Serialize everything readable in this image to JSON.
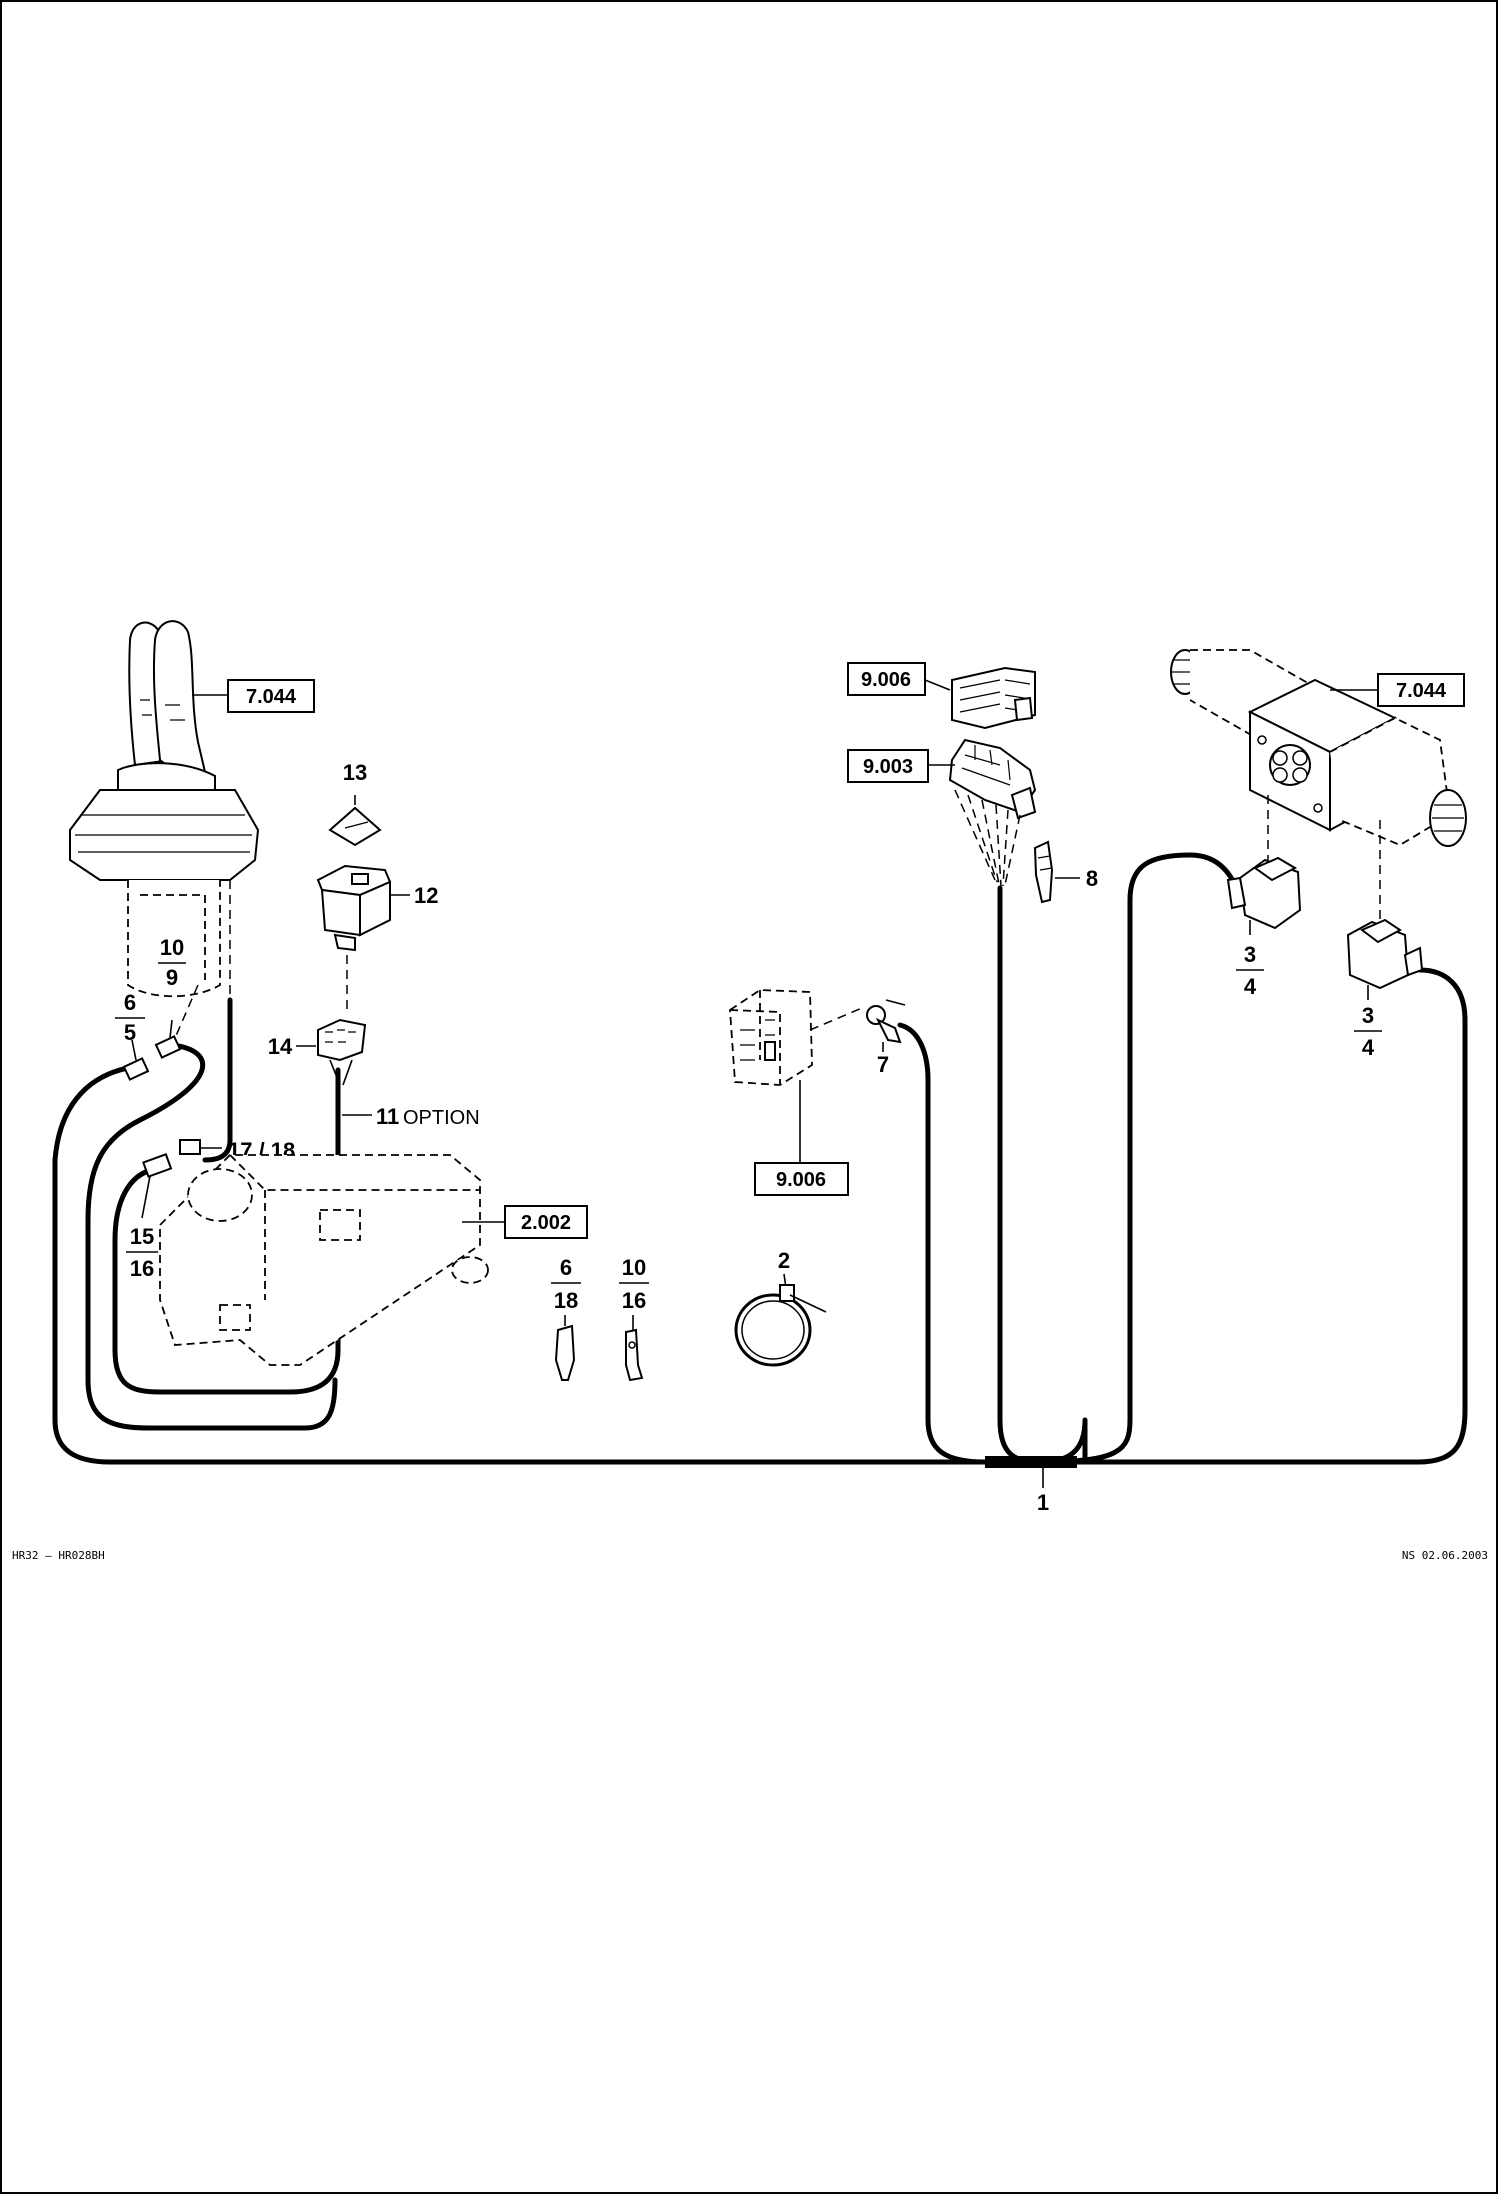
{
  "refs": {
    "joystick": "7.044",
    "valve": "7.044",
    "connector_top": "9.006",
    "connector_housing": "9.003",
    "connector_socket": "9.006",
    "console": "2.002"
  },
  "labels": {
    "l13": "13",
    "l12": "12",
    "l14": "14",
    "l11": "11",
    "option": "OPTION",
    "l6a": "6",
    "l5": "5",
    "l10a": "10",
    "l9": "9",
    "l1718": "17 / 18",
    "l15": "15",
    "l16a": "16",
    "l6b": "6",
    "l18": "18",
    "l10b": "10",
    "l16b": "16",
    "l2": "2",
    "l7": "7",
    "l8": "8",
    "l3a": "3",
    "l4a": "4",
    "l3b": "3",
    "l4b": "4",
    "l1": "1"
  },
  "footer": {
    "left": "HR32  –  HR028BH",
    "right": "NS  02.06.2003"
  }
}
